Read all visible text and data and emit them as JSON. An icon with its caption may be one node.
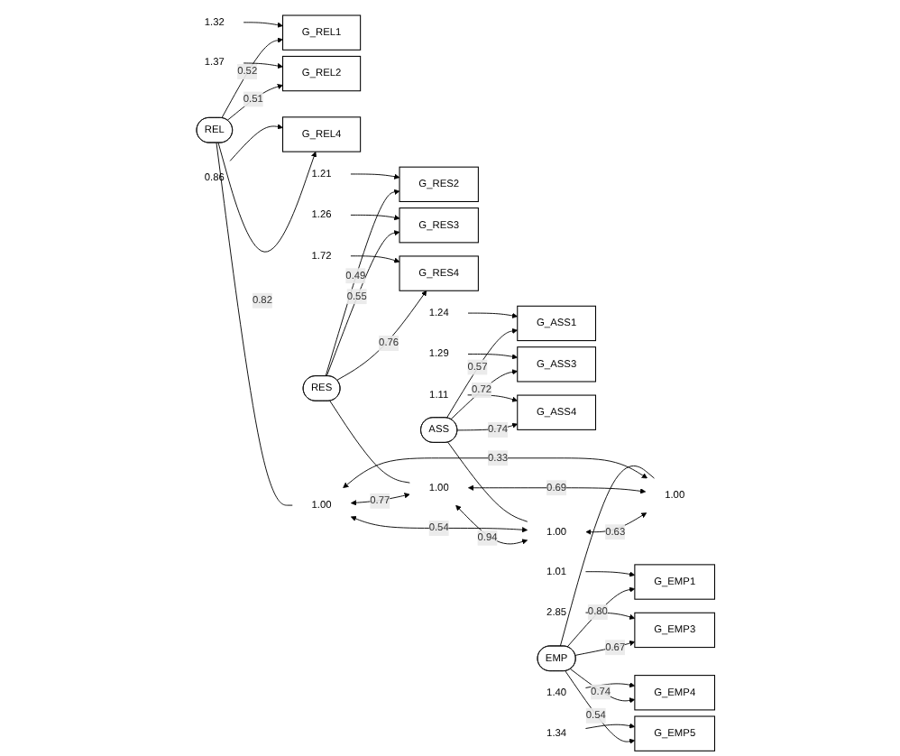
{
  "diagram": {
    "nodes": [
      {
        "text": [
          "1.32"
        ]
      },
      {
        "text": [
          "G_REL1"
        ]
      },
      {
        "text": [
          "1.37"
        ]
      },
      {
        "text": [
          "G_REL2"
        ]
      },
      {
        "text": [
          "0.86"
        ]
      },
      {
        "text": [
          "G_REL4"
        ]
      },
      {
        "text": [
          "REL"
        ]
      },
      {
        "text": [
          "1.00"
        ]
      },
      {
        "text": [
          "1.21"
        ]
      },
      {
        "text": [
          "G_RES2"
        ]
      },
      {
        "text": [
          "1.26"
        ]
      },
      {
        "text": [
          "G_RES3"
        ]
      },
      {
        "text": [
          "1.72"
        ]
      },
      {
        "text": [
          "G_RES4"
        ]
      },
      {
        "text": [
          "RES"
        ]
      },
      {
        "text": [
          "1.00"
        ]
      },
      {
        "text": [
          "1.24"
        ]
      },
      {
        "text": [
          "G_ASS1"
        ]
      },
      {
        "text": [
          "1.29"
        ]
      },
      {
        "text": [
          "G_ASS3"
        ]
      },
      {
        "text": [
          "1.11"
        ]
      },
      {
        "text": [
          "G_ASS4"
        ]
      },
      {
        "text": [
          "ASS"
        ]
      },
      {
        "text": [
          "1.00"
        ]
      },
      {
        "text": [
          "1.01"
        ]
      },
      {
        "text": [
          "G_EMP1"
        ]
      },
      {
        "text": [
          "2.85"
        ]
      },
      {
        "text": [
          "G_EMP3"
        ]
      },
      {
        "text": [
          "1.40"
        ]
      },
      {
        "text": [
          "G_EMP4"
        ]
      },
      {
        "text": [
          "1.34"
        ]
      },
      {
        "text": [
          "G_EMP5"
        ]
      },
      {
        "text": [
          "EMP"
        ]
      },
      {
        "text": [
          "1.00"
        ]
      }
    ],
    "edges": [
      {
        "from": 0,
        "to": 1,
        "arrow": "to"
      },
      {
        "from": 2,
        "to": 3,
        "arrow": "to"
      },
      {
        "from": 4,
        "to": 5,
        "arrow": "to"
      },
      {
        "from": 6,
        "to": 1,
        "arrow": "to",
        "label": "0.52"
      },
      {
        "from": 6,
        "to": 3,
        "arrow": "to",
        "label": "0.51"
      },
      {
        "from": 6,
        "to": 5,
        "arrow": "to",
        "label": "0.82"
      },
      {
        "from": 6,
        "to": 7,
        "arrow": "none"
      },
      {
        "from": 8,
        "to": 9,
        "arrow": "to"
      },
      {
        "from": 10,
        "to": 11,
        "arrow": "to"
      },
      {
        "from": 12,
        "to": 13,
        "arrow": "to"
      },
      {
        "from": 14,
        "to": 9,
        "arrow": "to",
        "label": "0.49"
      },
      {
        "from": 14,
        "to": 11,
        "arrow": "to",
        "label": "0.55"
      },
      {
        "from": 14,
        "to": 13,
        "arrow": "to",
        "label": "0.76"
      },
      {
        "from": 14,
        "to": 15,
        "arrow": "none"
      },
      {
        "from": 16,
        "to": 17,
        "arrow": "to"
      },
      {
        "from": 18,
        "to": 19,
        "arrow": "to"
      },
      {
        "from": 20,
        "to": 21,
        "arrow": "to"
      },
      {
        "from": 22,
        "to": 17,
        "arrow": "to",
        "label": "0.57"
      },
      {
        "from": 22,
        "to": 19,
        "arrow": "to",
        "label": "0.72"
      },
      {
        "from": 22,
        "to": 21,
        "arrow": "to",
        "label": "0.74"
      },
      {
        "from": 22,
        "to": 23,
        "arrow": "none"
      },
      {
        "from": 24,
        "to": 25,
        "arrow": "to"
      },
      {
        "from": 26,
        "to": 27,
        "arrow": "to"
      },
      {
        "from": 28,
        "to": 29,
        "arrow": "to"
      },
      {
        "from": 30,
        "to": 31,
        "arrow": "to"
      },
      {
        "from": 32,
        "to": 25,
        "arrow": "to",
        "label": "0.80"
      },
      {
        "from": 32,
        "to": 27,
        "arrow": "to",
        "label": "0.67"
      },
      {
        "from": 32,
        "to": 29,
        "arrow": "to",
        "label": "0.74"
      },
      {
        "from": 32,
        "to": 31,
        "arrow": "to",
        "label": "0.54"
      },
      {
        "from": 32,
        "to": 33,
        "arrow": "none"
      },
      {
        "from": 7,
        "to": 15,
        "arrow": "both",
        "label": "0.77"
      },
      {
        "from": 7,
        "to": 23,
        "arrow": "both",
        "label": "0.54"
      },
      {
        "from": 7,
        "to": 33,
        "arrow": "both",
        "label": "0.33"
      },
      {
        "from": 15,
        "to": 23,
        "arrow": "both",
        "label": "0.94"
      },
      {
        "from": 15,
        "to": 33,
        "arrow": "both",
        "label": "0.69"
      },
      {
        "from": 23,
        "to": 33,
        "arrow": "both",
        "label": "0.63"
      }
    ]
  }
}
